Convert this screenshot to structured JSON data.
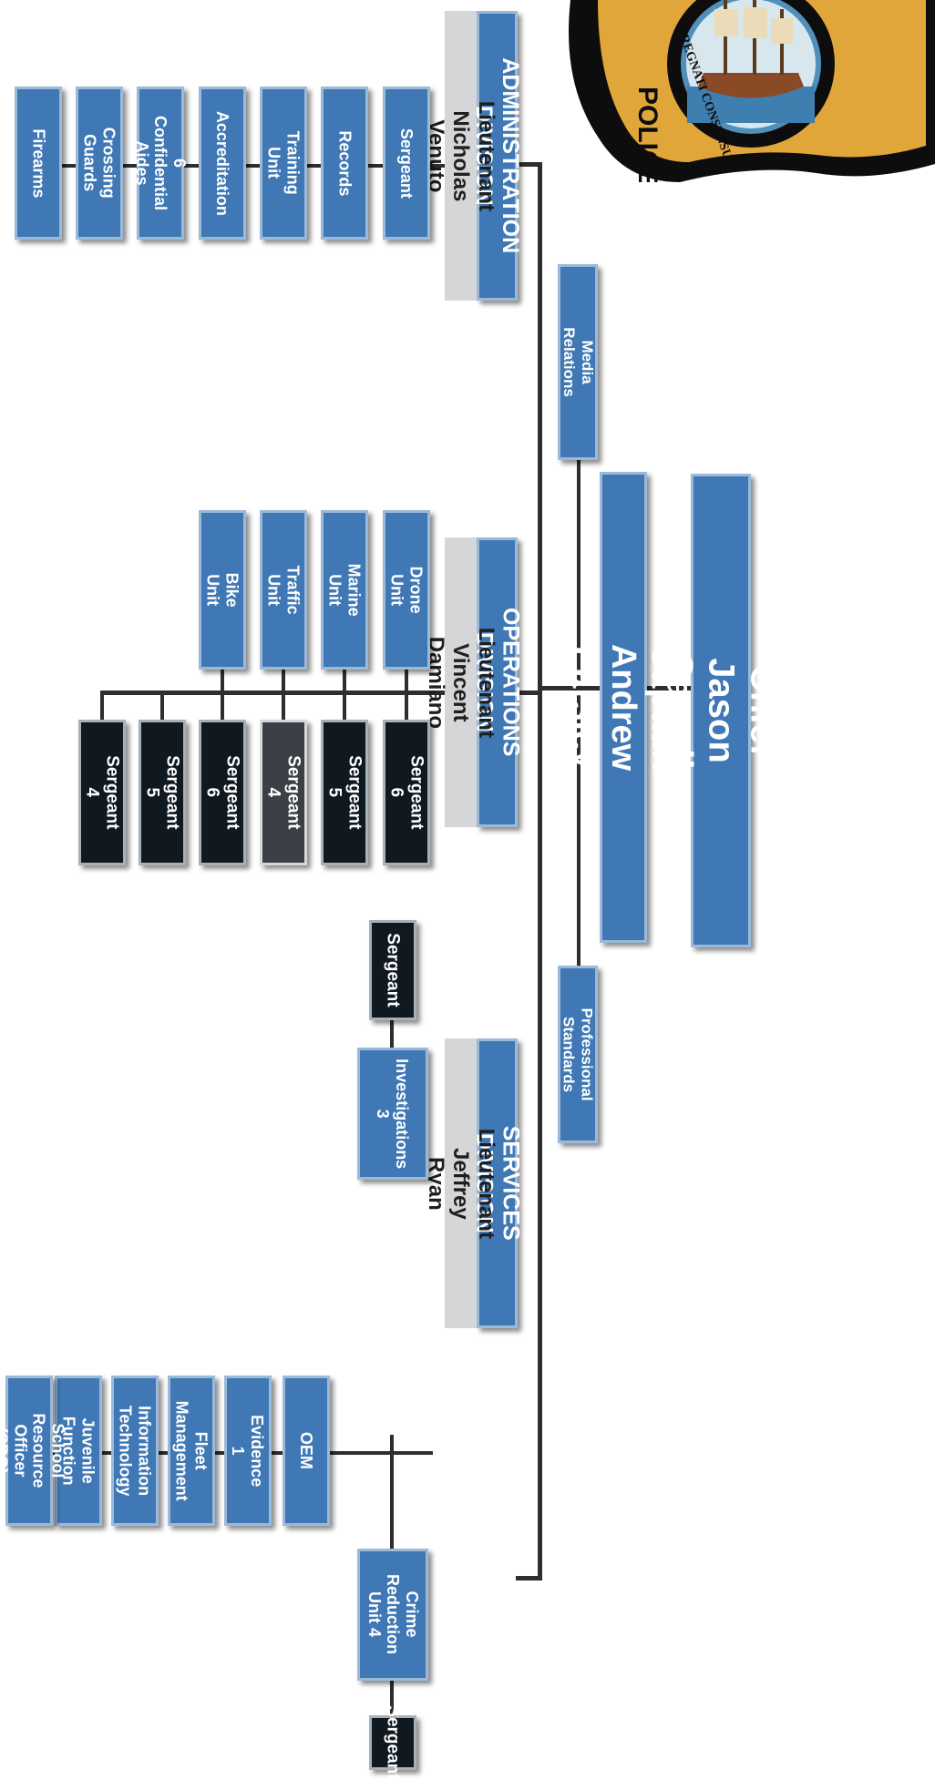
{
  "colors": {
    "box_blue": "#3f78b5",
    "box_dark": "#101820",
    "box_grey": "#d4d6d8",
    "line": "#2e2e2e",
    "badge_gold": "#e0a63a"
  },
  "logo": {
    "name": "police-badge-logo",
    "text_police": "POLICE",
    "text_motto": "REGNATI CONSENSU"
  },
  "chief": {
    "label": "Chief Jason Carroll"
  },
  "captain": {
    "label": "Captain Andrew Parsley"
  },
  "staff": {
    "media_relations": "Media Relations",
    "professional_standards": "Professional Standards"
  },
  "administration": {
    "title": "ADMINISTRATION DIVISION",
    "lieutenant": "Lieutenant Nicholas Venuto",
    "units": [
      "Sergeant",
      "Records",
      "Training Unit",
      "Accreditation",
      "6 Confidential\nAides",
      "Crossing Guards",
      "Firearms"
    ]
  },
  "operations": {
    "title": "OPERATIONS DIVISION",
    "lieutenant": "Lieutenant Vincent Damiano",
    "units": [
      "Drone Unit",
      "Marine Unit",
      "Traffic Unit",
      "Bike Unit"
    ],
    "sergeants": [
      "Sergeant\n6",
      "Sergeant\n5",
      "Sergeant\n4",
      "Sergeant\n6",
      "Sergeant\n5",
      "Sergeant\n4"
    ]
  },
  "services": {
    "title": "SERVICES DIVISION",
    "lieutenant": "Lieutenant Jeffrey Ryan",
    "investigations": "Investigations\n3",
    "crime_reduction": "Crime\nReduction\nUnit 4",
    "sergeant_left": "Sergeant",
    "sergeant_right": "Sergeant",
    "units": [
      "OEM",
      "Evidence 1",
      "Fleet Management",
      "Information\nTechnology",
      "Juvenile Function",
      "School Resource\nOfficer (SRO)"
    ]
  }
}
